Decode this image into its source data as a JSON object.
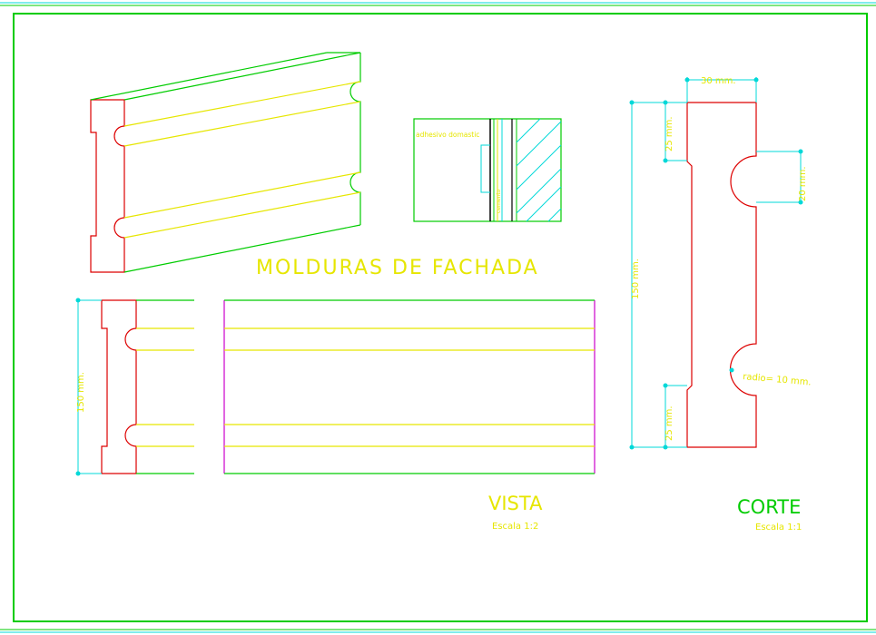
{
  "title": "MOLDURAS DE FACHADA",
  "views": {
    "vista": {
      "label": "VISTA",
      "scale": "Escala 1:2"
    },
    "corte": {
      "label": "CORTE",
      "scale": "Escala 1:1"
    }
  },
  "annotations": {
    "adhesive": "adhesivo domastic",
    "small_vertical": "cemento"
  },
  "dimensions": {
    "width_top": "30 mm.",
    "height_total": "150 mm.",
    "height_left": "150 mm.",
    "top_offset": "25 mm.",
    "bottom_offset": "25 mm.",
    "groove": "20 mm.",
    "radius": "radio= 10 mm."
  },
  "colors": {
    "green": "#00cc00",
    "yellow": "#e6e600",
    "red": "#dd0000",
    "cyan": "#00d8d8",
    "magenta": "#cc00cc",
    "black": "#000000",
    "background": "#ffffff"
  }
}
